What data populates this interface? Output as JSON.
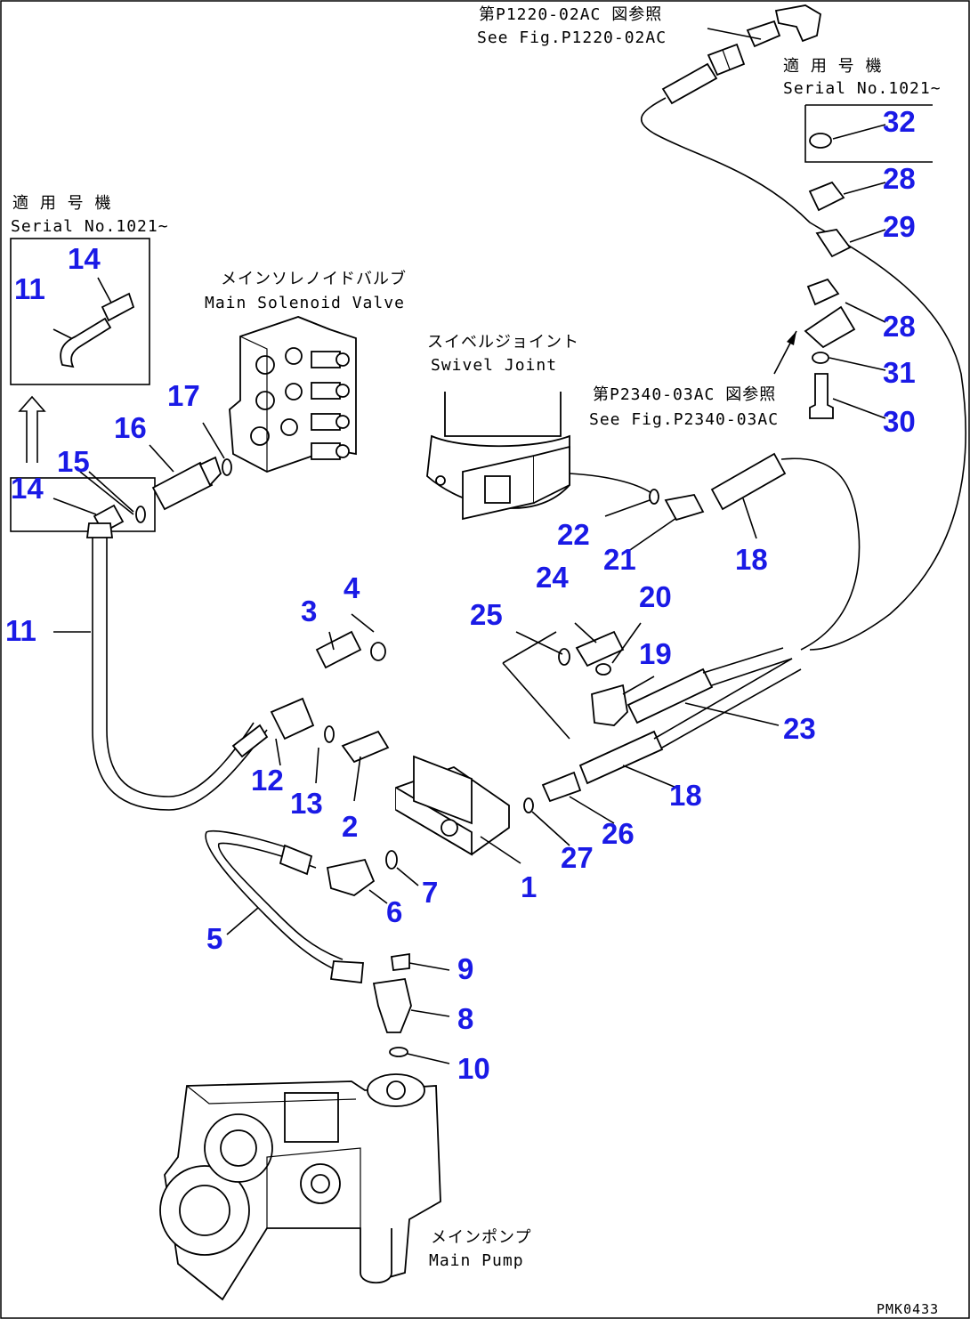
{
  "captions": {
    "ref_p1220_jp": "第P1220-02AC 図参照",
    "ref_p1220_en": "See Fig.P1220-02AC",
    "serial_right_jp": "適 用 号 機",
    "serial_right_en": "Serial No.1021~",
    "serial_left_jp": "適 用 号 機",
    "serial_left_en": "Serial No.1021~",
    "main_solenoid_jp": "メインソレノイドバルブ",
    "main_solenoid_en": "Main Solenoid Valve",
    "swivel_jp": "スイベルジョイント",
    "swivel_en": "Swivel Joint",
    "ref_p2340_jp": "第P2340-03AC 図参照",
    "ref_p2340_en": "See Fig.P2340-03AC",
    "main_pump_jp": "メインポンプ",
    "main_pump_en": "Main Pump",
    "drawing_code": "PMK0433"
  },
  "part_numbers": {
    "p1": "1",
    "p2": "2",
    "p3": "3",
    "p4": "4",
    "p5": "5",
    "p6": "6",
    "p7": "7",
    "p8": "8",
    "p9": "9",
    "p10": "10",
    "p11": "11",
    "p11_inset": "11",
    "p12": "12",
    "p13": "13",
    "p14": "14",
    "p14_inset": "14",
    "p15": "15",
    "p16": "16",
    "p17": "17",
    "p18a": "18",
    "p18b": "18",
    "p19": "19",
    "p20": "20",
    "p21": "21",
    "p22": "22",
    "p23": "23",
    "p24": "24",
    "p25": "25",
    "p26": "26",
    "p27": "27",
    "p28a": "28",
    "p28b": "28",
    "p29": "29",
    "p30": "30",
    "p31": "31",
    "p32": "32"
  }
}
